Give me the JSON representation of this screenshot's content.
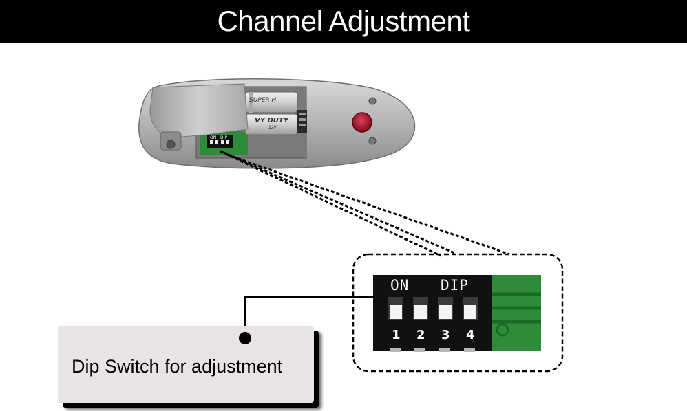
{
  "header": {
    "title": "Channel Adjustment"
  },
  "callout": {
    "label": "Dip Switch for adjustment"
  },
  "dip_switch": {
    "on_label": "ON",
    "dip_label": "DIP",
    "switch_numbers": [
      "1",
      "2",
      "3",
      "4"
    ]
  },
  "battery": {
    "top_label": "SUPER H",
    "bottom_label": "VY DUTY",
    "voltage_label": "12V"
  },
  "colors": {
    "header_bg": "#000000",
    "header_text": "#ffffff",
    "pcb_green": "#2e8b3a",
    "dip_body": "#111111",
    "callout_bg": "#e9e4e4",
    "button_red": "#b0102a"
  }
}
